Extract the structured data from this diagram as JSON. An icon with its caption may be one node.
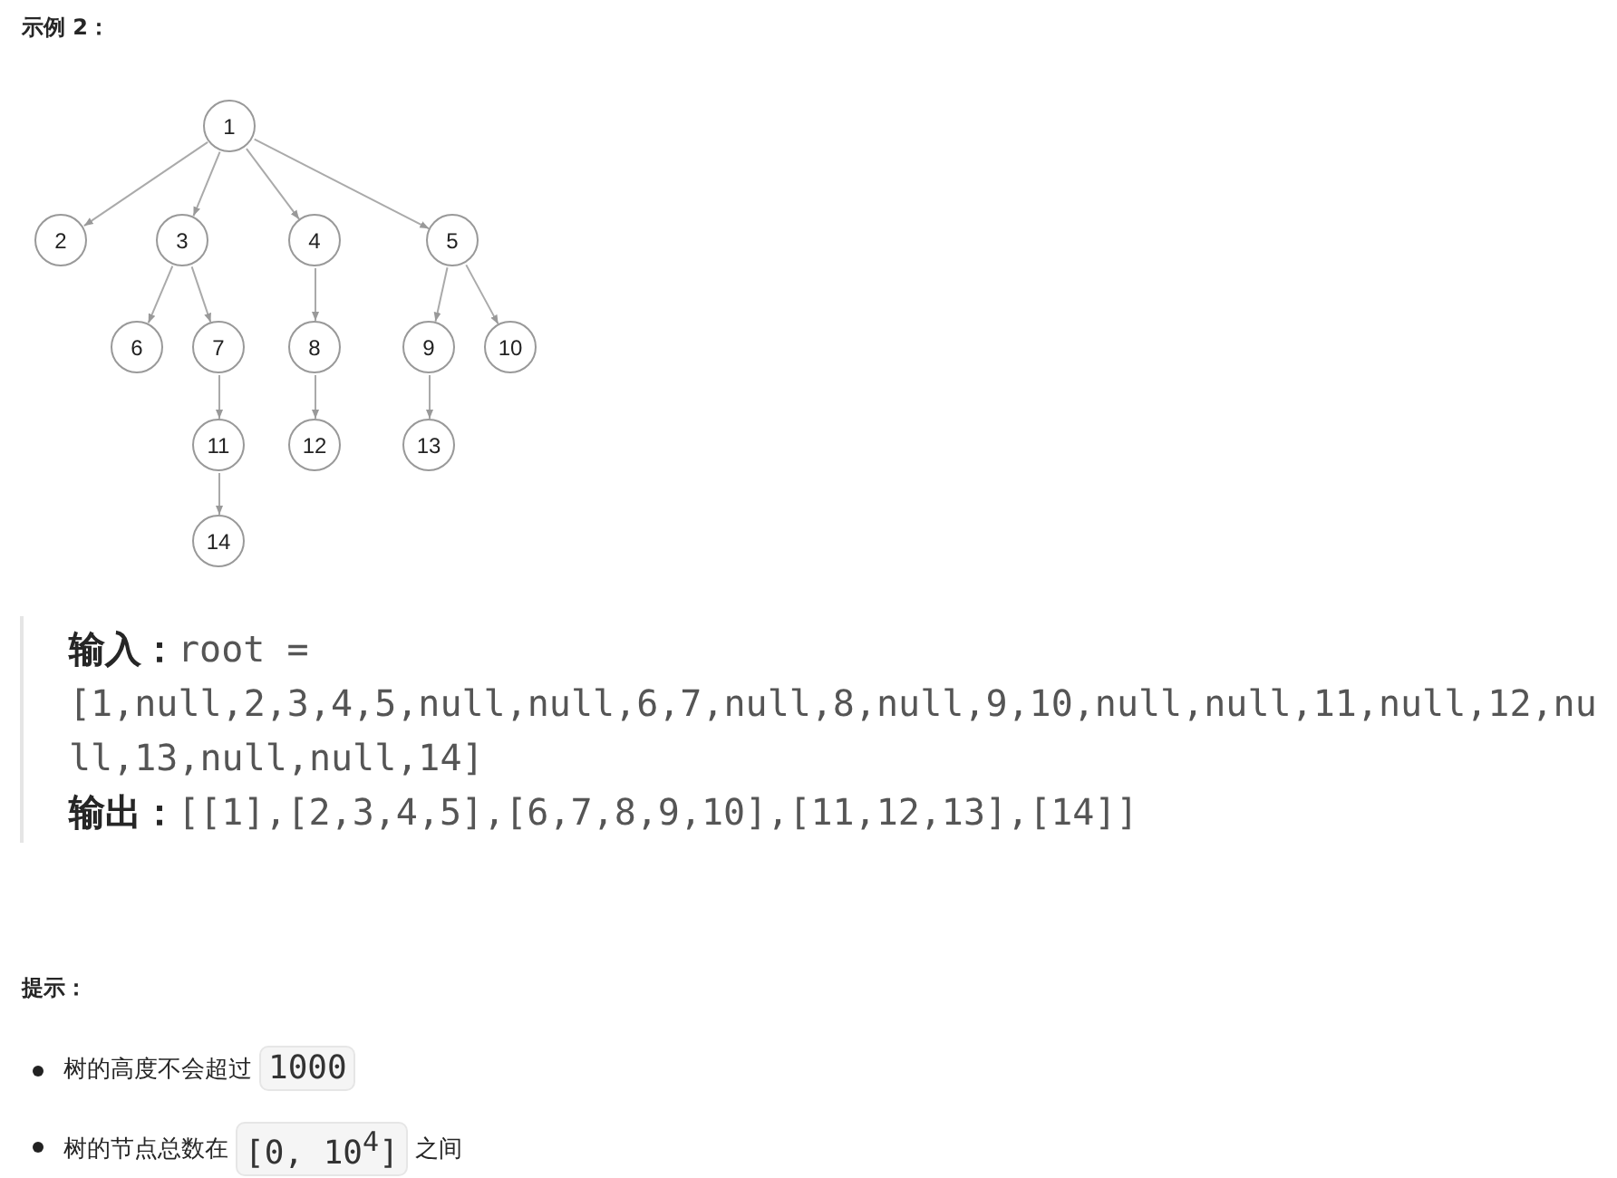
{
  "diagram": {
    "title": "示例 2：",
    "nodes": [
      {
        "text": [
          "1"
        ]
      },
      {
        "text": [
          "2"
        ]
      },
      {
        "text": [
          "3"
        ]
      },
      {
        "text": [
          "4"
        ]
      },
      {
        "text": [
          "5"
        ]
      },
      {
        "text": [
          "6"
        ]
      },
      {
        "text": [
          "7"
        ]
      },
      {
        "text": [
          "8"
        ]
      },
      {
        "text": [
          "9"
        ]
      },
      {
        "text": [
          "10"
        ]
      },
      {
        "text": [
          "11"
        ]
      },
      {
        "text": [
          "12"
        ]
      },
      {
        "text": [
          "13"
        ]
      },
      {
        "text": [
          "14"
        ]
      }
    ],
    "edges": [
      {
        "from": 0,
        "to": 1,
        "arrow": "to"
      },
      {
        "from": 0,
        "to": 2,
        "arrow": "to"
      },
      {
        "from": 0,
        "to": 3,
        "arrow": "to"
      },
      {
        "from": 0,
        "to": 4,
        "arrow": "to"
      },
      {
        "from": 2,
        "to": 5,
        "arrow": "to"
      },
      {
        "from": 2,
        "to": 6,
        "arrow": "to"
      },
      {
        "from": 3,
        "to": 7,
        "arrow": "to"
      },
      {
        "from": 4,
        "to": 8,
        "arrow": "to"
      },
      {
        "from": 4,
        "to": 9,
        "arrow": "to"
      },
      {
        "from": 6,
        "to": 10,
        "arrow": "to"
      },
      {
        "from": 7,
        "to": 11,
        "arrow": "to"
      },
      {
        "from": 8,
        "to": 12,
        "arrow": "to"
      },
      {
        "from": 10,
        "to": 13,
        "arrow": "to"
      }
    ],
    "labels": [
      "输入：",
      "root = [1,null,2,3,4,5,null,null,6,7,null,8,null,9,10,null,null,11,null,12,null,13,null,null,14]",
      "输出：",
      "[[1],[2,3,4,5],[6,7,8,9,10],[11,12,13],[14]]",
      "提示：",
      "树的高度不会超过",
      "1000",
      "树的节点总数在",
      "[0, 10$^{4}$]",
      "之间"
    ]
  }
}
